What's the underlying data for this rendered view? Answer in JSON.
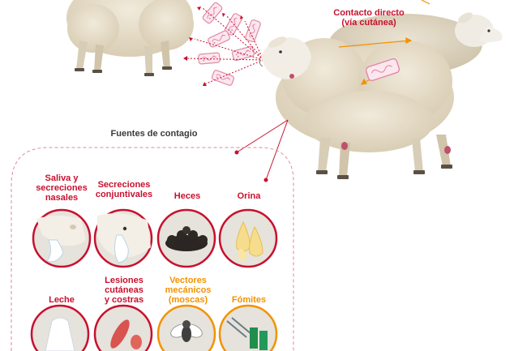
{
  "diagram": {
    "contact_label": "Contacto directo\n(vía cutánea)",
    "sources_title": "Fuentes de contagio",
    "sources": [
      {
        "label": "Saliva y\nsecreciones\nnasales",
        "icon": "sheep-mouth-saliva-icon"
      },
      {
        "label": "Secreciones\nconjuntivales",
        "icon": "sheep-eye-tears-icon"
      },
      {
        "label": "Heces",
        "icon": "feces-icon"
      },
      {
        "label": "Orina",
        "icon": "urine-drops-icon"
      },
      {
        "label": "Leche",
        "icon": "milk-icon"
      },
      {
        "label": "Lesiones\ncutáneas\ny costras",
        "icon": "skin-lesions-icon"
      },
      {
        "label": "Vectores\nmecánicos\n(moscas)",
        "icon": "fly-icon"
      },
      {
        "label": "Fómites",
        "icon": "fomites-tools-boots-icon"
      }
    ],
    "colors": {
      "accent_red": "#c8102e",
      "accent_orange": "#f39200",
      "virus_pink": "#e8a0b8",
      "circle_fill": "#e6e2dc",
      "wool": "#e8dfcc"
    }
  }
}
